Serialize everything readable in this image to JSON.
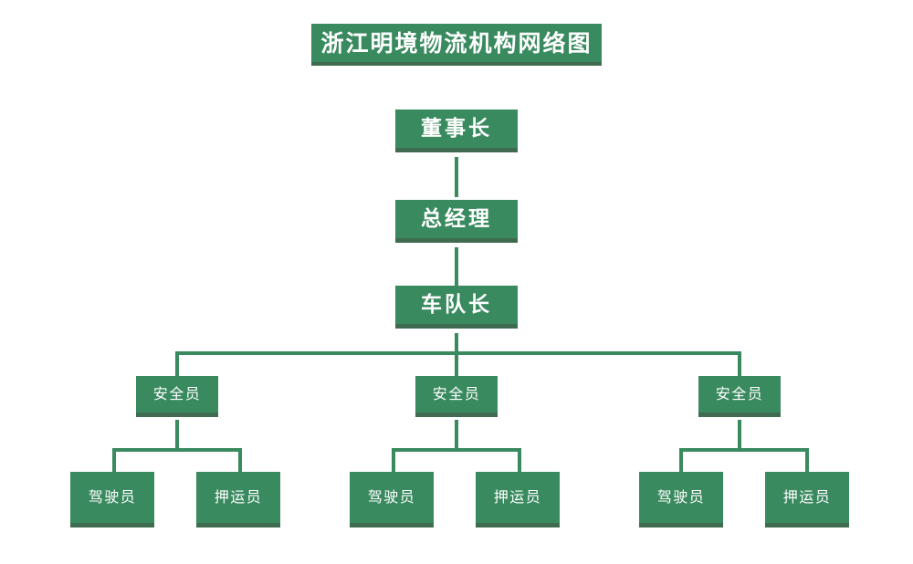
{
  "chart_data": {
    "type": "diagram",
    "diagram_kind": "org-chart",
    "title": "浙江明境物流机构网络图",
    "orientation": "top-down",
    "node_count": 13,
    "levels": 4,
    "colors": {
      "node_fill": "#3a8a5f",
      "node_shadow": "#3f6b50",
      "node_text": "#ffffff",
      "connector": "#3a8a5f",
      "background": "#ffffff"
    },
    "nodes": [
      {
        "id": "title",
        "label": "浙江明境物流机构网络图",
        "level": 0
      },
      {
        "id": "n1",
        "label": "董事长",
        "level": 1
      },
      {
        "id": "n2",
        "label": "总经理",
        "level": 2
      },
      {
        "id": "n3",
        "label": "车队长",
        "level": 3
      },
      {
        "id": "s1",
        "label": "安全员",
        "level": 4
      },
      {
        "id": "s2",
        "label": "安全员",
        "level": 4
      },
      {
        "id": "s3",
        "label": "安全员",
        "level": 4
      },
      {
        "id": "s1d",
        "label": "驾驶员",
        "level": 5
      },
      {
        "id": "s1e",
        "label": "押运员",
        "level": 5
      },
      {
        "id": "s2d",
        "label": "驾驶员",
        "level": 5
      },
      {
        "id": "s2e",
        "label": "押运员",
        "level": 5
      },
      {
        "id": "s3d",
        "label": "驾驶员",
        "level": 5
      },
      {
        "id": "s3e",
        "label": "押运员",
        "level": 5
      }
    ],
    "edges": [
      {
        "from": "n1",
        "to": "n2"
      },
      {
        "from": "n2",
        "to": "n3"
      },
      {
        "from": "n3",
        "to": "s1"
      },
      {
        "from": "n3",
        "to": "s2"
      },
      {
        "from": "n3",
        "to": "s3"
      },
      {
        "from": "s1",
        "to": "s1d"
      },
      {
        "from": "s1",
        "to": "s1e"
      },
      {
        "from": "s2",
        "to": "s2d"
      },
      {
        "from": "s2",
        "to": "s2e"
      },
      {
        "from": "s3",
        "to": "s3d"
      },
      {
        "from": "s3",
        "to": "s3e"
      }
    ]
  },
  "title": {
    "label": "浙江明境物流机构网络图"
  },
  "tier1": {
    "chairman": "董事长",
    "general_manager": "总经理",
    "fleet_captain": "车队长"
  },
  "tier2": {
    "safety_officers": [
      {
        "label": "安全员"
      },
      {
        "label": "安全员"
      },
      {
        "label": "安全员"
      }
    ]
  },
  "tier3": {
    "groups": [
      {
        "driver": "驾驶员",
        "escort": "押运员"
      },
      {
        "driver": "驾驶员",
        "escort": "押运员"
      },
      {
        "driver": "驾驶员",
        "escort": "押运员"
      }
    ]
  }
}
